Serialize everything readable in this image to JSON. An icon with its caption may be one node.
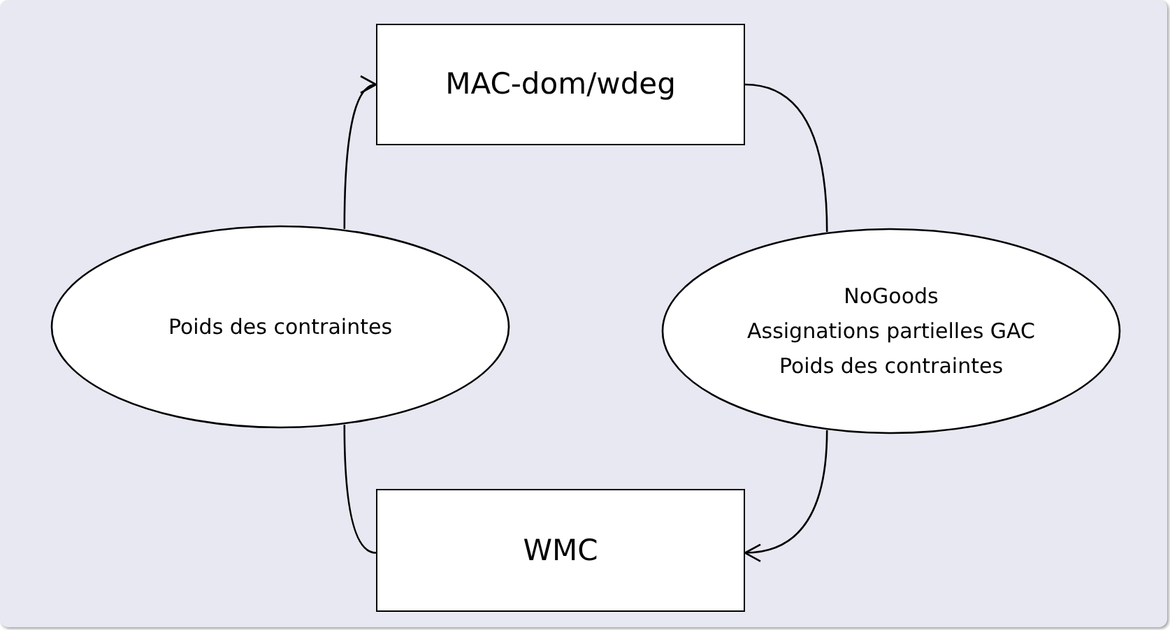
{
  "diagram": {
    "nodes": [
      {
        "text": [
          "MAC-dom/wdeg"
        ]
      },
      {
        "text": [
          "Poids des contraintes"
        ]
      },
      {
        "text": [
          "NoGoods",
          "Assignations partielles GAC",
          "Poids des contraintes"
        ]
      },
      {
        "text": [
          "WMC"
        ]
      }
    ],
    "edges": [
      {
        "from": 1,
        "to": 0,
        "arrow": "to"
      },
      {
        "from": 0,
        "to": 2,
        "arrow": "none"
      },
      {
        "from": 2,
        "to": 3,
        "arrow": "to"
      },
      {
        "from": 3,
        "to": 1,
        "arrow": "none"
      }
    ]
  }
}
